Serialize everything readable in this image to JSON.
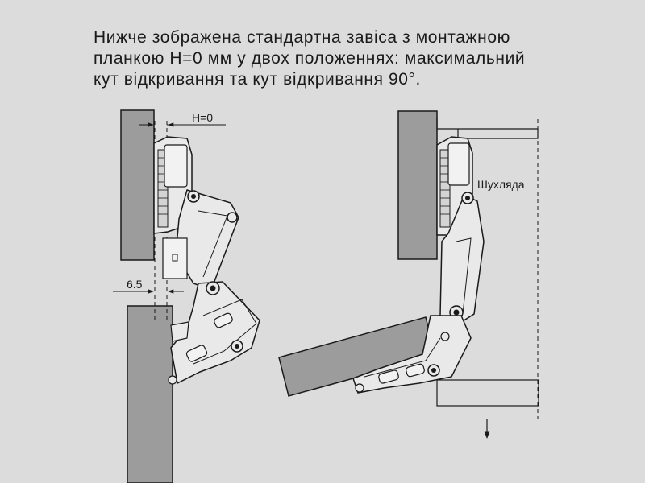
{
  "caption": {
    "line1": "Нижче зображена стандартна завіса з монтажною",
    "line2": "планкою H=0 мм у двох положеннях: максимальний",
    "line3": "кут відкривання та  кут відкривання 90°."
  },
  "labels": {
    "h_zero": "H=0",
    "gap": "6.5",
    "drawer": "Шухляда"
  },
  "colors": {
    "background": "#dcdcdc",
    "panel_fill": "#9c9c9c",
    "hinge_fill": "#e9e9e9",
    "line": "#1a1a1a"
  }
}
